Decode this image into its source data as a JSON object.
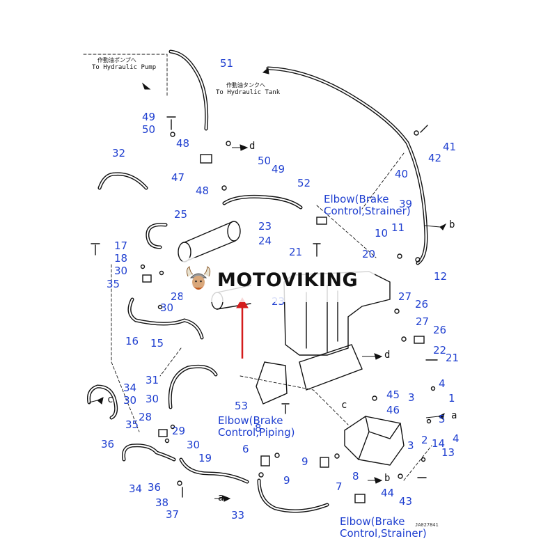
{
  "diagram": {
    "notes": {
      "pump_jp": "作動油ポンプへ",
      "pump_en": "To Hydraulic Pump",
      "tank_jp": "作動油タンクへ",
      "tank_en": "To Hydraulic Tank"
    },
    "callouts": {
      "elbow_strainer_top": "Elbow(Brake\nControl,Strainer)",
      "elbow_piping": "Elbow(Brake\nControl,Piping)",
      "elbow_strainer_bottom": "Elbow(Brake\nControl,Strainer)"
    },
    "refs": {
      "a": "a",
      "b": "b",
      "c": "c",
      "d": "d"
    },
    "drawing_id": "JA027841",
    "part_numbers": [
      "1",
      "2",
      "3",
      "4",
      "5",
      "6",
      "7",
      "8",
      "9",
      "10",
      "11",
      "12",
      "13",
      "14",
      "15",
      "16",
      "17",
      "18",
      "19",
      "20",
      "21",
      "22",
      "23",
      "24",
      "25",
      "26",
      "27",
      "28",
      "29",
      "30",
      "31",
      "32",
      "33",
      "34",
      "35",
      "36",
      "37",
      "38",
      "39",
      "40",
      "41",
      "42",
      "43",
      "44",
      "45",
      "46",
      "47",
      "48",
      "49",
      "50",
      "51",
      "52",
      "53"
    ]
  },
  "watermark": {
    "text": "MOTOVIKING",
    "logo_icon": "viking-head-icon"
  },
  "colors": {
    "part_number": "#1f3fd0",
    "line_art": "#111111",
    "arrow": "#d41c1c"
  }
}
